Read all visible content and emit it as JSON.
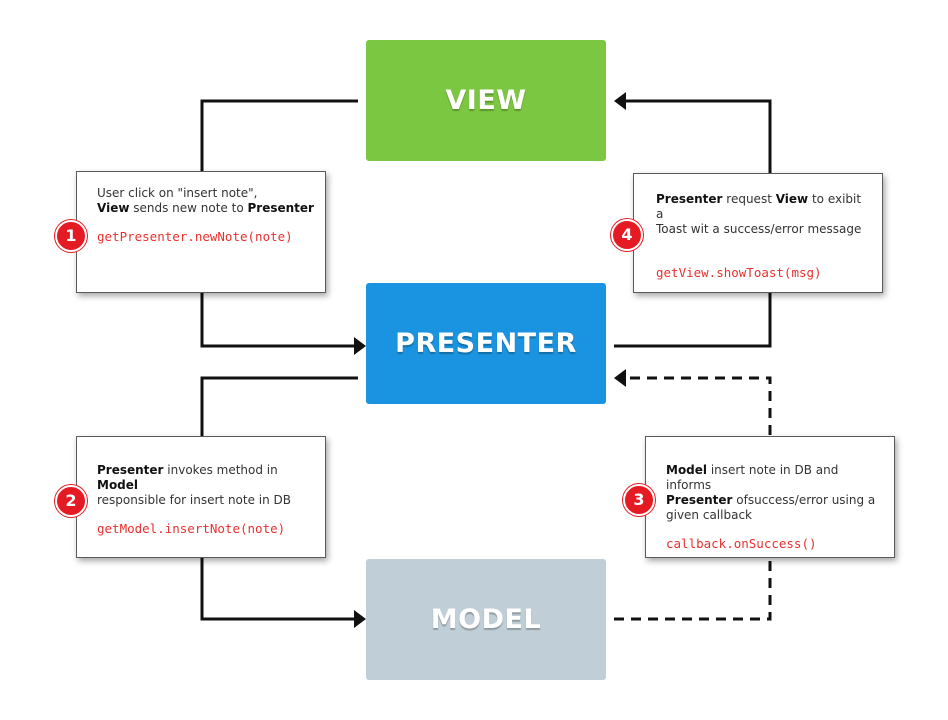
{
  "colors": {
    "view": "#7cc741",
    "presenter": "#1a94e0",
    "model": "#c0ced7",
    "badge": "#e51b24",
    "code": "#e8312f",
    "arrow": "#111111"
  },
  "blocks": {
    "view": "VIEW",
    "presenter": "PRESENTER",
    "model": "MODEL"
  },
  "steps": {
    "s1": {
      "num": "1",
      "line1": "User click on \"insert note\",",
      "b1": "View",
      "t1": " sends new note to ",
      "b2": "Presenter",
      "code": "getPresenter.newNote(note)"
    },
    "s2": {
      "num": "2",
      "b1": "Presenter",
      "t1": " invokes method in ",
      "b2": "Model",
      "line2": "responsible for insert note in DB",
      "code": "getModel.insertNote(note)"
    },
    "s3": {
      "num": "3",
      "b1": "Model",
      "t1": " insert note in DB and informs",
      "b2": "Presenter",
      "t2": " ofsuccess/error using a",
      "line3": "given callback",
      "code": "callback.onSuccess()"
    },
    "s4": {
      "num": "4",
      "b1": "Presenter",
      "t1": " request ",
      "b2": "View",
      "t2": " to exibit a",
      "line2": "Toast wit a success/error message",
      "code": "getView.showToast(msg)"
    }
  }
}
